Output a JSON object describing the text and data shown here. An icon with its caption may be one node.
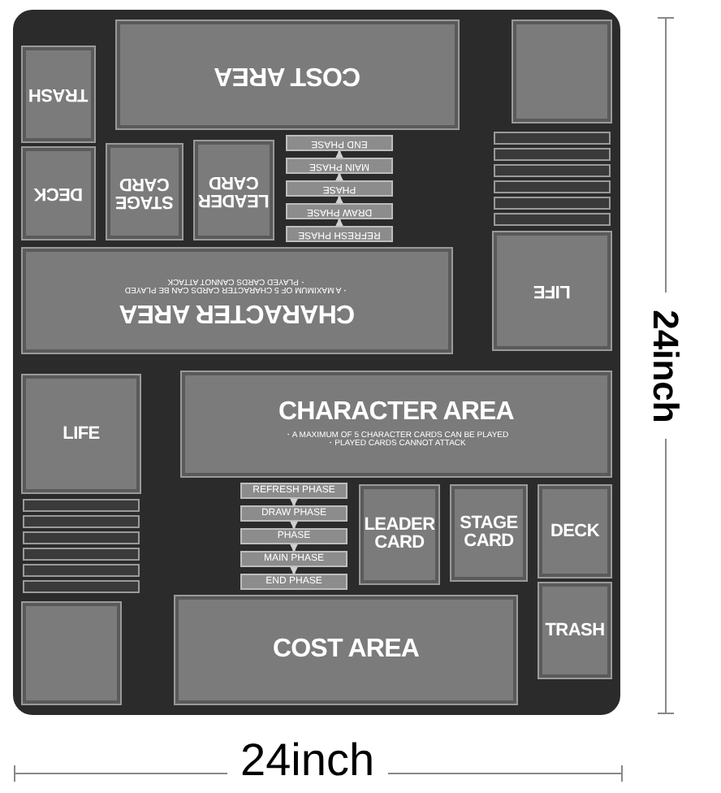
{
  "diagram": {
    "nodes": [
      {
        "text": [
          "CHARACTER AREA",
          "・A MAXIMUM OF 5 CHARACTER CARDS CAN BE PLAYED",
          "・PLAYED CARDS CANNOT ATTACK"
        ]
      },
      {
        "text": [
          "LIFE"
        ]
      },
      {
        "text": [
          "REFRESH PHASE"
        ]
      },
      {
        "text": [
          "DRAW PHASE"
        ]
      },
      {
        "text": [
          "PHASE"
        ]
      },
      {
        "text": [
          "MAIN PHASE"
        ]
      },
      {
        "text": [
          "END PHASE"
        ]
      },
      {
        "text": [
          "LEADER CARD"
        ]
      },
      {
        "text": [
          "STAGE CARD"
        ]
      },
      {
        "text": [
          "DECK"
        ]
      },
      {
        "text": [],
        "shape": "bar"
      },
      {
        "text": [],
        "shape": "bar"
      },
      {
        "text": [],
        "shape": "bar"
      },
      {
        "text": [],
        "shape": "bar"
      },
      {
        "text": [],
        "shape": "bar"
      },
      {
        "text": [],
        "shape": "bar"
      },
      {
        "text": [
          "TRASH"
        ]
      },
      {
        "text": [],
        "shape": "box"
      },
      {
        "text": [
          "COST AREA"
        ]
      },
      {
        "text": [
          "CHARACTER AREA",
          "・A MAXIMUM OF 5 CHARACTER CARDS CAN BE PLAYED",
          "・PLAYED CARDS CANNOT ATTACK"
        ]
      },
      {
        "text": [
          "LIFE"
        ]
      },
      {
        "text": [
          "REFRESH PHASE"
        ]
      },
      {
        "text": [
          "DRAW PHASE"
        ]
      },
      {
        "text": [
          "PHASE"
        ]
      },
      {
        "text": [
          "MAIN PHASE"
        ]
      },
      {
        "text": [
          "END PHASE"
        ]
      },
      {
        "text": [
          "LEADER CARD"
        ]
      },
      {
        "text": [
          "STAGE CARD"
        ]
      },
      {
        "text": [
          "DECK"
        ]
      },
      {
        "text": [],
        "shape": "bar"
      },
      {
        "text": [],
        "shape": "bar"
      },
      {
        "text": [],
        "shape": "bar"
      },
      {
        "text": [],
        "shape": "bar"
      },
      {
        "text": [],
        "shape": "bar"
      },
      {
        "text": [],
        "shape": "bar"
      },
      {
        "text": [
          "TRASH"
        ]
      },
      {
        "text": [],
        "shape": "box"
      },
      {
        "text": [
          "COST AREA"
        ]
      }
    ],
    "edges": [
      {
        "from": 2,
        "to": 3,
        "arrow": "to"
      },
      {
        "from": 3,
        "to": 4,
        "arrow": "to"
      },
      {
        "from": 4,
        "to": 5,
        "arrow": "to"
      },
      {
        "from": 5,
        "to": 6,
        "arrow": "to"
      },
      {
        "from": 21,
        "to": 22,
        "arrow": "to"
      },
      {
        "from": 22,
        "to": 23,
        "arrow": "to"
      },
      {
        "from": 23,
        "to": 24,
        "arrow": "to"
      },
      {
        "from": 24,
        "to": 25,
        "arrow": "to"
      }
    ],
    "labels": [
      "24inch",
      "24inch"
    ]
  }
}
